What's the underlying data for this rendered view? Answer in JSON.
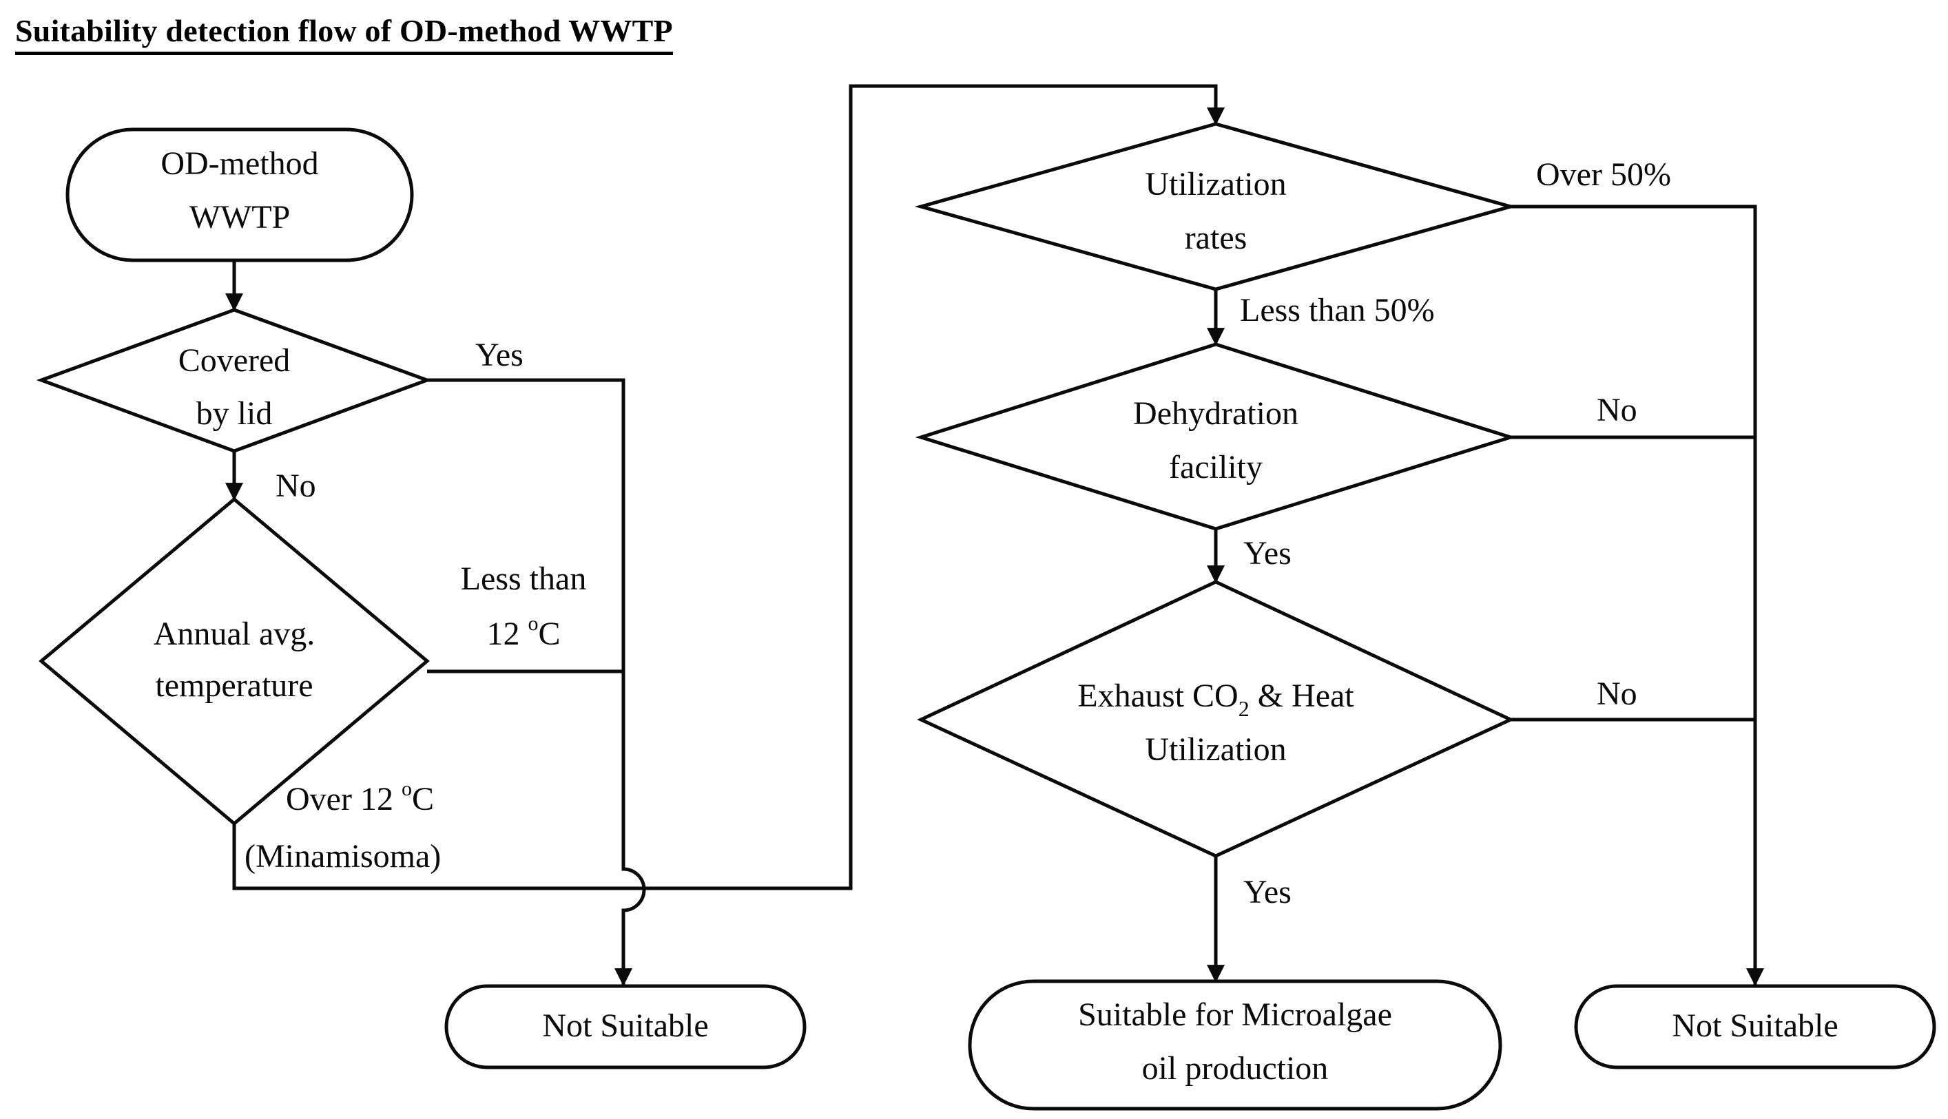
{
  "title": "Suitability detection flow of OD-method WWTP",
  "diagram": {
    "type": "flowchart",
    "orientation": "left-to-right two-column decision tree",
    "nodes": [
      {
        "id": "start",
        "shape": "stadium",
        "label_line1": "OD-method",
        "label_line2": "WWTP"
      },
      {
        "id": "covered",
        "shape": "diamond",
        "label_line1": "Covered",
        "label_line2": "by lid"
      },
      {
        "id": "temperature",
        "shape": "diamond",
        "label_line1": "Annual avg.",
        "label_line2": "temperature"
      },
      {
        "id": "utilization",
        "shape": "diamond",
        "label_line1": "Utilization",
        "label_line2": "rates"
      },
      {
        "id": "dehydration",
        "shape": "diamond",
        "label_line1": "Dehydration",
        "label_line2": "facility"
      },
      {
        "id": "exhaust",
        "shape": "diamond",
        "label_line1_pre": "Exhaust CO",
        "label_line1_sub": "2",
        "label_line1_post": " & Heat",
        "label_line2": "Utilization"
      },
      {
        "id": "not-suitable-left",
        "shape": "stadium",
        "label_line1": "Not Suitable"
      },
      {
        "id": "suitable",
        "shape": "stadium",
        "label_line1": "Suitable for Microalgae",
        "label_line2": "oil production"
      },
      {
        "id": "not-suitable-right",
        "shape": "stadium",
        "label_line1": "Not Suitable"
      }
    ],
    "edges": [
      {
        "from": "start",
        "to": "covered",
        "label": ""
      },
      {
        "from": "covered",
        "to": "not-suitable-left",
        "label": "Yes"
      },
      {
        "from": "covered",
        "to": "temperature",
        "label": "No"
      },
      {
        "from": "temperature",
        "to": "not-suitable-left",
        "label_line1": "Less than",
        "label_line2_pre": "12 ",
        "label_line2_deg": "o",
        "label_line2_post": "C"
      },
      {
        "from": "temperature",
        "to": "utilization",
        "label_line1_pre": "Over 12 ",
        "label_line1_deg": "o",
        "label_line1_post": "C",
        "label_line2": "(Minamisoma)"
      },
      {
        "from": "utilization",
        "to": "not-suitable-right",
        "label": "Over 50%"
      },
      {
        "from": "utilization",
        "to": "dehydration",
        "label": "Less than 50%"
      },
      {
        "from": "dehydration",
        "to": "not-suitable-right",
        "label": "No"
      },
      {
        "from": "dehydration",
        "to": "exhaust",
        "label": "Yes"
      },
      {
        "from": "exhaust",
        "to": "not-suitable-right",
        "label": "No"
      },
      {
        "from": "exhaust",
        "to": "suitable",
        "label": "Yes"
      }
    ],
    "labels": {
      "yes_covered": "Yes",
      "no_covered": "No",
      "less_than_line1": "Less than",
      "less_than_line2_num": "12 ",
      "less_than_line2_deg": "o",
      "less_than_line2_unit": "C",
      "over_12_pre": "Over 12 ",
      "over_12_deg": "o",
      "over_12_unit": "C",
      "over_12_city": "(Minamisoma)",
      "over_50": "Over 50%",
      "less_than_50": "Less than 50%",
      "no_dehydration": "No",
      "yes_dehydration": "Yes",
      "no_exhaust": "No",
      "yes_exhaust": "Yes"
    },
    "colors": {
      "stroke": "#0a0a0a",
      "fill": "#ffffff",
      "background": "#ffffff",
      "text": "#0a0a0a"
    }
  }
}
